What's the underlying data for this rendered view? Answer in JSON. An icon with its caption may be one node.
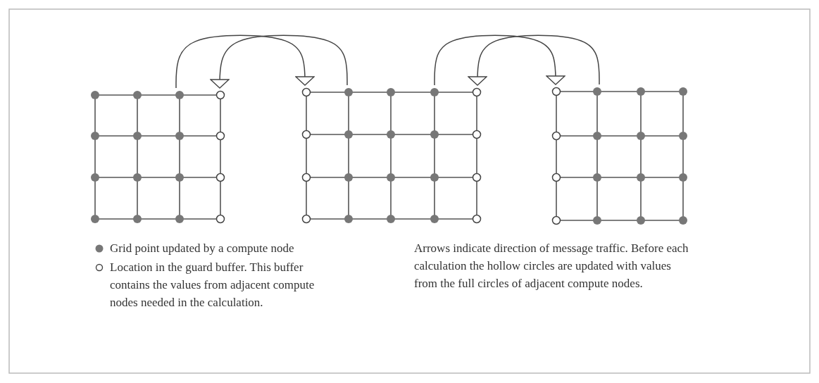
{
  "diagram": {
    "nodes": [
      {
        "text": [],
        "shape": "grid"
      },
      {
        "text": [],
        "shape": "grid"
      },
      {
        "text": [],
        "shape": "grid"
      }
    ],
    "edges": [
      {
        "from": 0,
        "to": 1,
        "arrow": "to"
      },
      {
        "from": 1,
        "to": 0,
        "arrow": "to"
      },
      {
        "from": 1,
        "to": 2,
        "arrow": "to"
      },
      {
        "from": 2,
        "to": 1,
        "arrow": "to"
      }
    ],
    "labels": [
      "Arrows indicate direction of message traffic. Before each calculation the hollow circles are updated with values from the full circles of adjacent compute nodes."
    ],
    "legend": [
      {
        "text": "Grid point updated by a compute node"
      },
      {
        "text": "Location in the guard buffer. This buffer contains the values from adjacent compute nodes needed in the calculation."
      }
    ]
  }
}
